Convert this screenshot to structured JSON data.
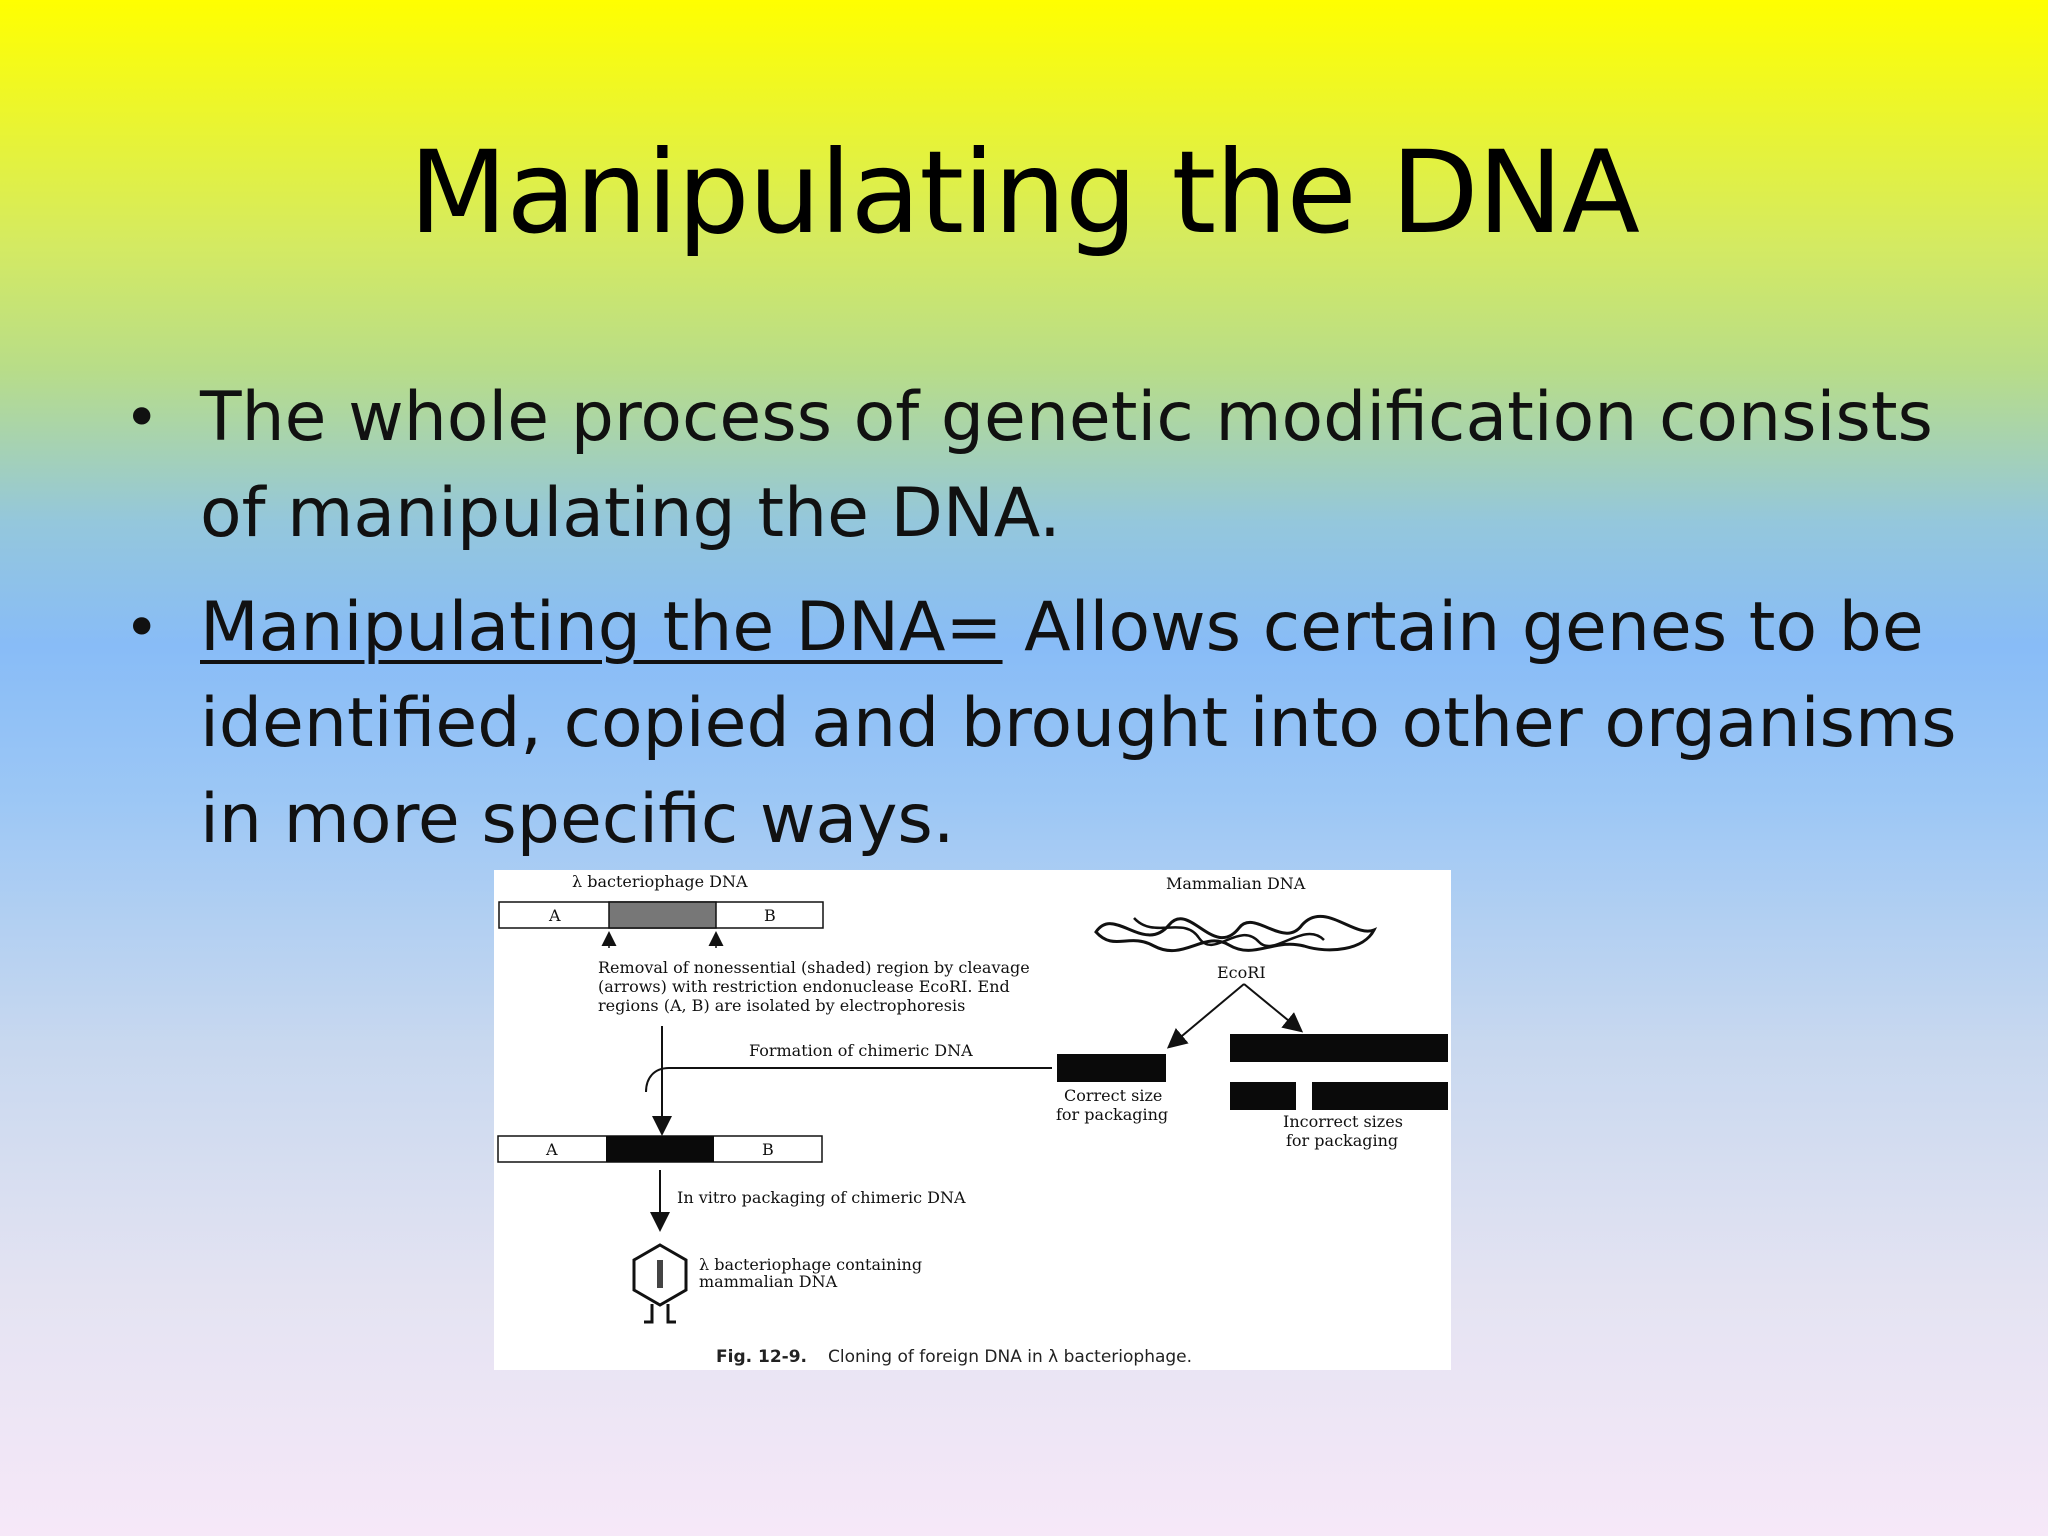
{
  "slide": {
    "title": "Manipulating the DNA",
    "bullets": [
      {
        "text": "The whole process of genetic modification consists of manipulating the DNA."
      },
      {
        "term": "Manipulating the DNA=",
        "text": " Allows certain genes to be identified, copied and brought into other organisms in more specific ways."
      }
    ]
  },
  "figure": {
    "phage_label": "λ bacteriophage DNA",
    "mammal_label": "Mammalian DNA",
    "segment_a": "A",
    "segment_b": "B",
    "enzyme": "EcoRI",
    "removal_line1": "Removal of nonessential (shaded) region by cleavage",
    "removal_line2": "(arrows) with restriction endonuclease EcoRI. End",
    "removal_line3": "regions (A, B) are isolated by electrophoresis",
    "formation": "Formation of chimeric DNA",
    "correct_line1": "Correct size",
    "correct_line2": "for packaging",
    "incorrect_line1": "Incorrect sizes",
    "incorrect_line2": "for packaging",
    "packaging": "In vitro packaging of chimeric DNA",
    "phage_contains_line1": "λ bacteriophage containing",
    "phage_contains_line2": "mammalian DNA",
    "caption_bold": "Fig. 12-9.",
    "caption_text": "Cloning of foreign DNA in λ bacteriophage."
  }
}
